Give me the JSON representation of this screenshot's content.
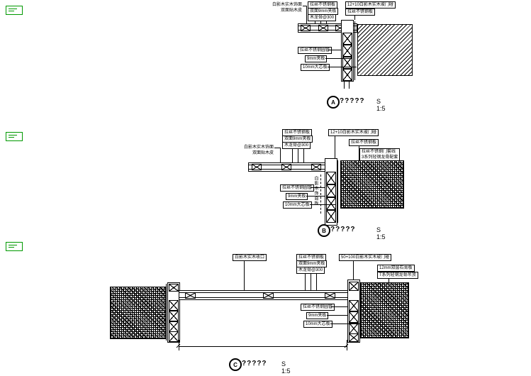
{
  "a": {
    "letter": "A",
    "title": "?????",
    "scale": "S 1:5",
    "labels": {
      "veneer1": "白影木实木饰面",
      "veneer2": "双面贴木皮",
      "stack1": "拉丝不锈钢板",
      "stack2": "双面9mm夹板",
      "stack3": "木龙骨@300",
      "door1": "12+10白影木实木玻门碰",
      "door2": "拉丝不锈钢板",
      "side1": "拉丝不锈钢圆管",
      "side2": "9mm夹板",
      "side3": "10mm大芯板"
    }
  },
  "b": {
    "letter": "B",
    "title": "?????",
    "scale": "S 1:5",
    "labels": {
      "stack1": "拉丝不锈钢板",
      "stack2": "双面9mm夹板",
      "stack3": "木龙骨@300",
      "door1": "12+10白影木实木玻门碰",
      "door2": "拉丝不锈钢板",
      "frame1": "拉丝不锈钢门套线",
      "frame2": "3系列轻钢龙骨配套",
      "veneer1": "白影木实木饰面",
      "veneer2": "双面贴木皮",
      "vertical": "白影木饰面板",
      "side1": "拉丝不锈钢圆管",
      "side2": "9mm夹板",
      "side3": "10mm大芯板"
    }
  },
  "c": {
    "letter": "C",
    "title": "?????",
    "scale": "S 1:5",
    "labels": {
      "cap": "白影木实木收口",
      "stack1": "拉丝不锈钢板",
      "stack2": "双面9mm夹板",
      "stack3": "木龙骨@300",
      "door1": "50+100白影木实木玻门碰",
      "gypsum": "12mm双层石膏板",
      "keel": "T系列轻钢龙骨吊顶",
      "side1": "拉丝不锈钢圆管",
      "side2": "9mm夹板",
      "side3": "10mm大芯板"
    }
  }
}
